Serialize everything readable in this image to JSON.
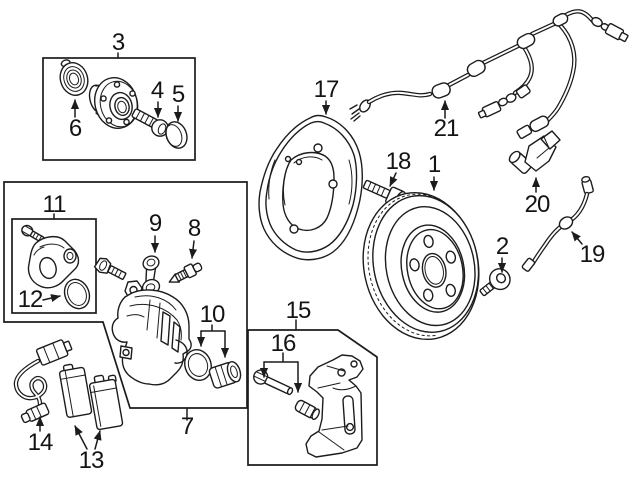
{
  "diagram": {
    "background": "#ffffff",
    "line_color": "#1c1c1c",
    "callouts": [
      {
        "label": "1",
        "part": "brake-rotor"
      },
      {
        "label": "2",
        "part": "rotor-retaining-screw"
      },
      {
        "label": "3",
        "part": "hub-and-bearing-kit"
      },
      {
        "label": "4",
        "part": "hub-bolt"
      },
      {
        "label": "5",
        "part": "dust-cap"
      },
      {
        "label": "6",
        "part": "bearing-seal"
      },
      {
        "label": "7",
        "part": "brake-caliper-assembly"
      },
      {
        "label": "8",
        "part": "bleeder-screw"
      },
      {
        "label": "9",
        "part": "guide-pin-bushing"
      },
      {
        "label": "10",
        "part": "piston-seal-and-boot"
      },
      {
        "label": "11",
        "part": "parking-brake-actuator-kit"
      },
      {
        "label": "12",
        "part": "actuator-o-ring"
      },
      {
        "label": "13",
        "part": "brake-pads"
      },
      {
        "label": "14",
        "part": "abs-wheel-speed-sensor"
      },
      {
        "label": "15",
        "part": "caliper-bracket-kit"
      },
      {
        "label": "16",
        "part": "caliper-guide-pins"
      },
      {
        "label": "17",
        "part": "splash-shield"
      },
      {
        "label": "18",
        "part": "caliper-mounting-bolt"
      },
      {
        "label": "19",
        "part": "brake-hydraulic-hose"
      },
      {
        "label": "20",
        "part": "speed-sensor"
      },
      {
        "label": "21",
        "part": "abs-wiring-harness"
      }
    ]
  }
}
